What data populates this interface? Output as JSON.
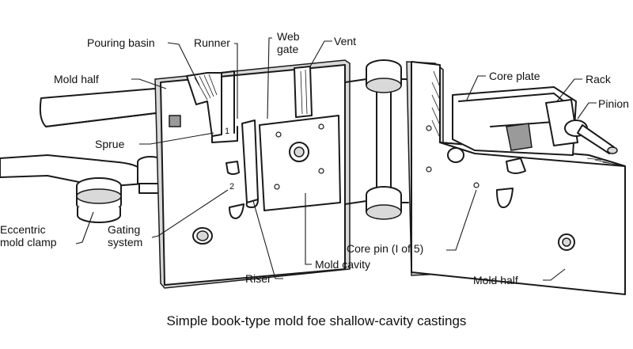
{
  "diagram": {
    "title": "Book-type permanent mold",
    "caption": "Simple book-type mold foe shallow-cavity castings",
    "labels": {
      "pouring_basin": "Pouring basin",
      "runner": "Runner",
      "web_gate": "Web\ngate",
      "vent": "Vent",
      "mold_half_left": "Mold half",
      "core_plate": "Core plate",
      "rack": "Rack",
      "pinion": "Pinion",
      "sprue": "Sprue",
      "eccentric_mold_clamp": "Eccentric\nmold clamp",
      "gating_system": "Gating\nsystem",
      "core_pin": "Core pin (I of 5)",
      "mold_cavity": "Mold cavity",
      "riser": "Riser",
      "mold_half_right": "Mold half"
    },
    "callout_numbers": [
      "1",
      "2"
    ]
  }
}
